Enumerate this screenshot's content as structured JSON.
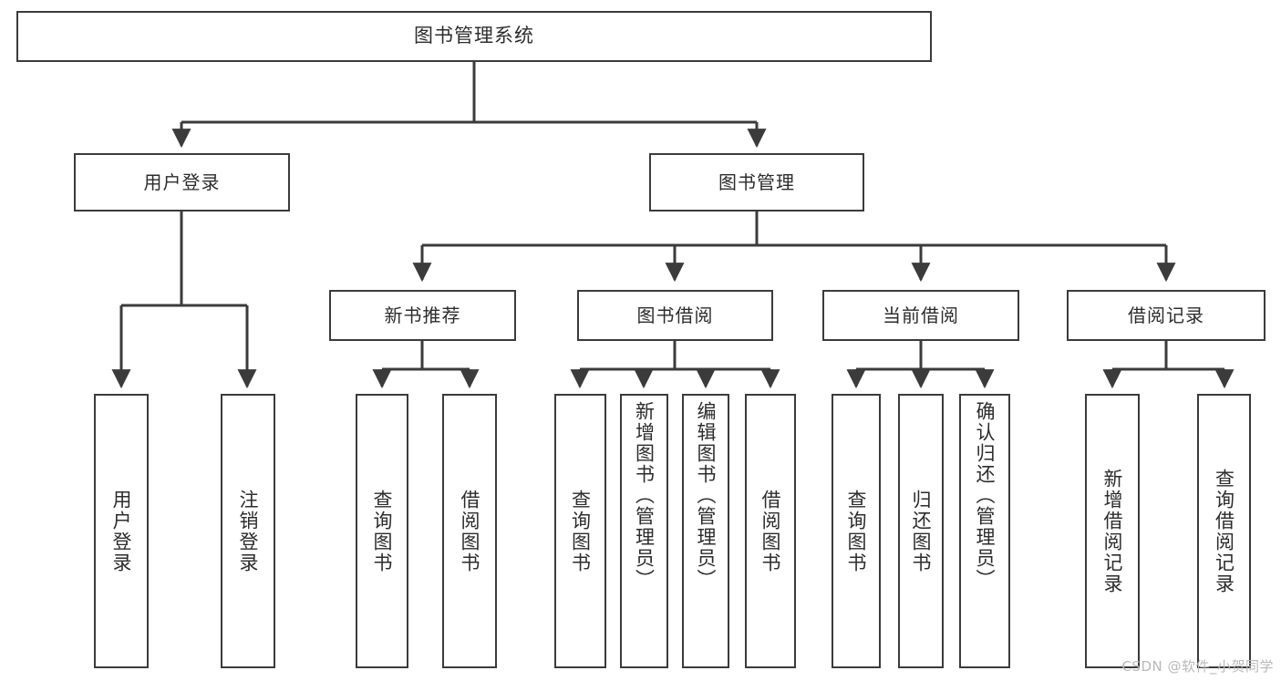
{
  "diagram": {
    "title": "图书管理系统",
    "type": "tree-hierarchy",
    "orientation": "top-down",
    "line_color": "#3b3b3b",
    "node_fill": "#ffffff",
    "text_color": "#2c2c2c",
    "watermark": "CSDN @软件_小贺同学"
  },
  "nodes": {
    "root": {
      "label": "图书管理系统",
      "level": 1
    },
    "level2": [
      {
        "id": "user-login",
        "label": "用户登录"
      },
      {
        "id": "book-management",
        "label": "图书管理"
      }
    ],
    "level3": [
      {
        "id": "new-book-recommend",
        "label": "新书推荐"
      },
      {
        "id": "book-borrow",
        "label": "图书借阅"
      },
      {
        "id": "current-borrow",
        "label": "当前借阅"
      },
      {
        "id": "borrow-record",
        "label": "借阅记录"
      }
    ],
    "leaves": {
      "user-login": [
        {
          "id": "leaf-user-login",
          "label": "用户登录"
        },
        {
          "id": "leaf-logout",
          "label": "注销登录"
        }
      ],
      "new-book-recommend": [
        {
          "id": "leaf-query-book-1",
          "label": "查询图书"
        },
        {
          "id": "leaf-borrow-book-1",
          "label": "借阅图书"
        }
      ],
      "book-borrow": [
        {
          "id": "leaf-query-book-2",
          "label": "查询图书"
        },
        {
          "id": "leaf-add-book",
          "label": "新增图书（管理员）"
        },
        {
          "id": "leaf-edit-book",
          "label": "编辑图书（管理员）"
        },
        {
          "id": "leaf-borrow-book-2",
          "label": "借阅图书"
        }
      ],
      "current-borrow": [
        {
          "id": "leaf-query-book-3",
          "label": "查询图书"
        },
        {
          "id": "leaf-return-book",
          "label": "归还图书"
        },
        {
          "id": "leaf-confirm-return",
          "label": "确认归还（管理员）"
        }
      ],
      "borrow-record": [
        {
          "id": "leaf-add-record",
          "label": "新增借阅记录"
        },
        {
          "id": "leaf-query-record",
          "label": "查询借阅记录"
        }
      ]
    }
  }
}
